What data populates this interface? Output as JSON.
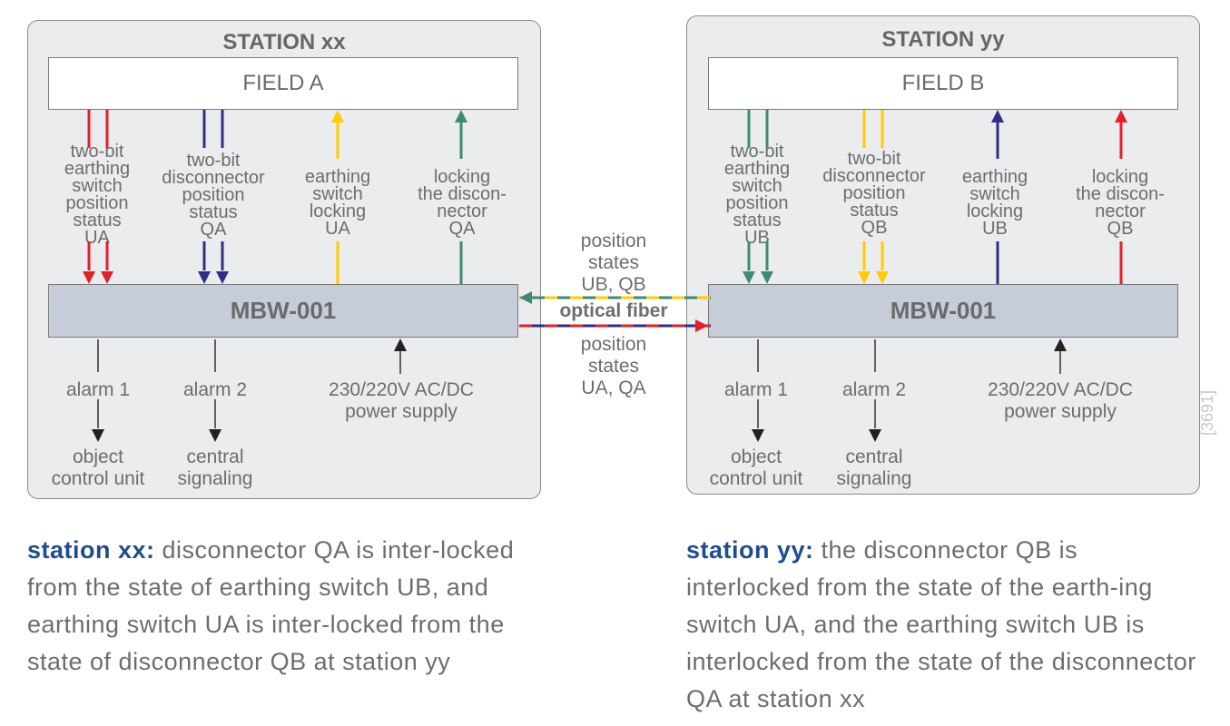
{
  "stations": [
    {
      "title": "STATION xx",
      "field": "FIELD A",
      "device": "MBW-001",
      "signals": [
        {
          "label": "two-bit\nearthing\nswitch\nposition\nstatus\nUA",
          "color": "#e3202a",
          "direction": "down",
          "lines": 2
        },
        {
          "label": "two-bit\ndisconnector\nposition\nstatus\nQA",
          "color": "#2e2f86",
          "direction": "down",
          "lines": 2
        },
        {
          "label": "earthing\nswitch\nlocking\nUA",
          "color": "#ffcc00",
          "direction": "up",
          "lines": 1
        },
        {
          "label": "locking\nthe discon-\nnector\nQA",
          "color": "#3f8a73",
          "direction": "up",
          "lines": 1
        }
      ],
      "outputs": [
        {
          "label": "alarm 1",
          "target": "object\ncontrol unit"
        },
        {
          "label": "alarm 2",
          "target": "central\nsignaling"
        }
      ],
      "power": "230/220V AC/DC\npower supply"
    },
    {
      "title": "STATION yy",
      "field": "FIELD B",
      "device": "MBW-001",
      "signals": [
        {
          "label": "two-bit\nearthing\nswitch\nposition\nstatus\nUB",
          "color": "#3f8a73",
          "direction": "down",
          "lines": 2
        },
        {
          "label": "two-bit\ndisconnector\nposition\nstatus\nQB",
          "color": "#ffcc00",
          "direction": "down",
          "lines": 2
        },
        {
          "label": "earthing\nswitch\nlocking\nUB",
          "color": "#2e2f86",
          "direction": "up",
          "lines": 1
        },
        {
          "label": "locking\nthe discon-\nnector\nQB",
          "color": "#e3202a",
          "direction": "up",
          "lines": 1
        }
      ],
      "outputs": [
        {
          "label": "alarm 1",
          "target": "object\ncontrol unit"
        },
        {
          "label": "alarm 2",
          "target": "central\nsignaling"
        }
      ],
      "power": "230/220V AC/DC\npower supply"
    }
  ],
  "link": {
    "label": "optical fiber",
    "upper_label": "position\nstates\nUB, QB",
    "lower_label": "position\nstates\nUA, QA",
    "upper_colors": [
      "#3f8a73",
      "#ffcc00"
    ],
    "lower_colors": [
      "#e3202a",
      "#2e2f86"
    ]
  },
  "descriptions": [
    {
      "lead": "station xx:",
      "text": " disconnector QA is inter-locked from the state of earthing switch UB, and earthing switch UA is inter-locked from the state of disconnector QB at station yy"
    },
    {
      "lead": "station yy:",
      "text": " the disconnector QB is interlocked from the state of the earth-ing switch UA, and the earthing switch UB is interlocked from the state of the disconnector QA at station xx"
    }
  ],
  "figure_code": "[3691]"
}
